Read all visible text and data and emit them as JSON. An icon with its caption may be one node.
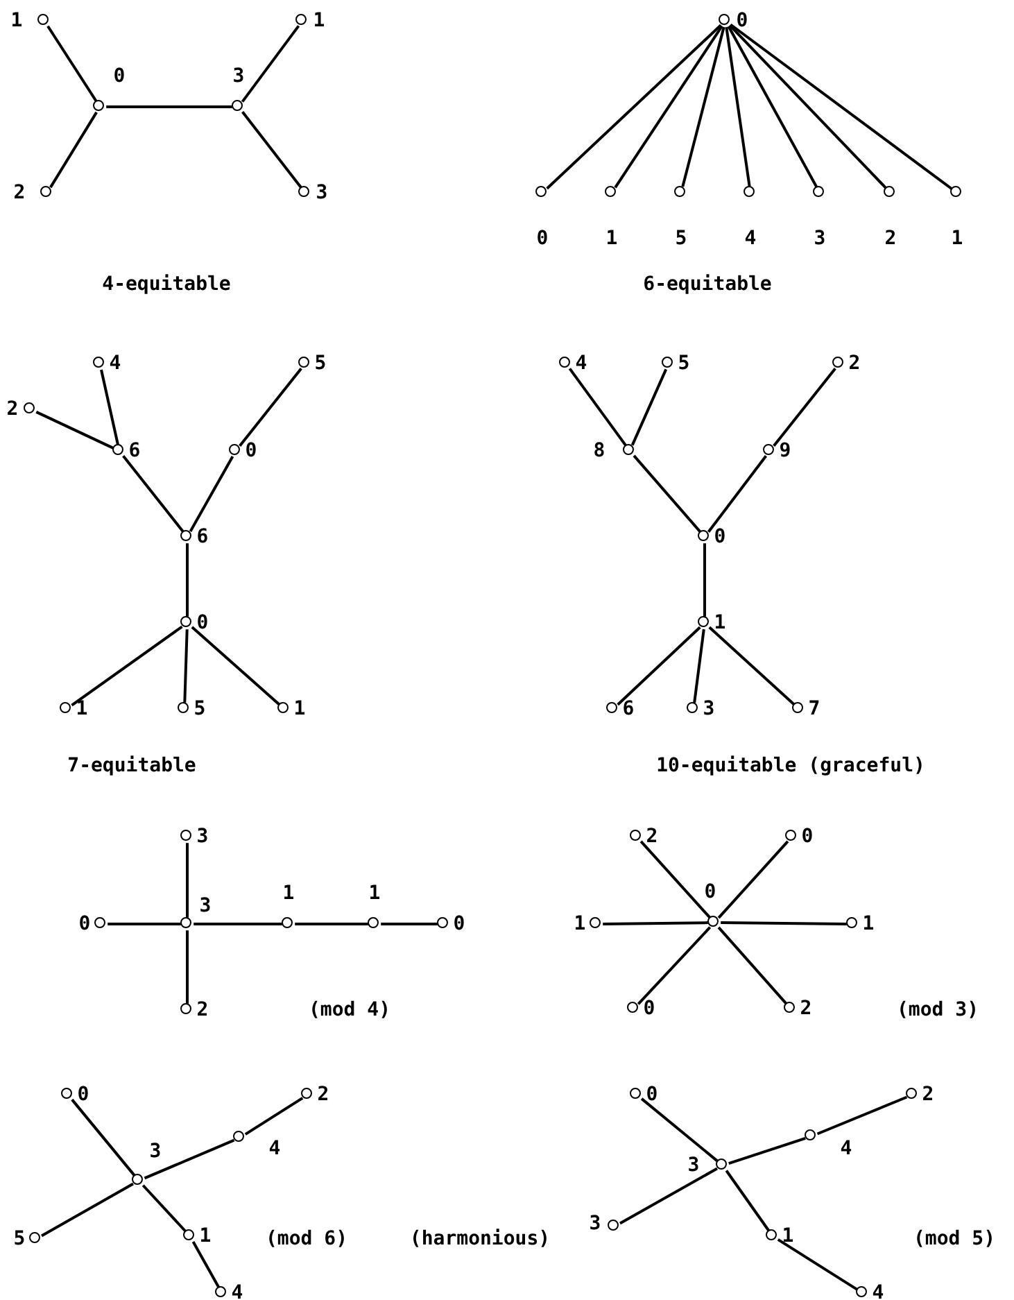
{
  "diagram": {
    "nodes": [
      {
        "text": [],
        "shape": "circle",
        "beside": [
          "1"
        ]
      },
      {
        "text": [],
        "shape": "circle",
        "beside": [
          "0"
        ]
      },
      {
        "text": [],
        "shape": "circle",
        "beside": [
          "2"
        ]
      },
      {
        "text": [],
        "shape": "circle",
        "beside": [
          "3"
        ]
      },
      {
        "text": [],
        "shape": "circle",
        "beside": [
          "1"
        ]
      },
      {
        "text": [],
        "shape": "circle",
        "beside": [
          "3"
        ]
      },
      {
        "text": [],
        "shape": "circle",
        "beside": [
          "0"
        ]
      },
      {
        "text": [],
        "shape": "circle",
        "beside": [
          "0"
        ]
      },
      {
        "text": [],
        "shape": "circle",
        "beside": [
          "1"
        ]
      },
      {
        "text": [],
        "shape": "circle",
        "beside": [
          "5"
        ]
      },
      {
        "text": [],
        "shape": "circle",
        "beside": [
          "4"
        ]
      },
      {
        "text": [],
        "shape": "circle",
        "beside": [
          "3"
        ]
      },
      {
        "text": [],
        "shape": "circle",
        "beside": [
          "2"
        ]
      },
      {
        "text": [],
        "shape": "circle",
        "beside": [
          "1"
        ]
      },
      {
        "text": [],
        "shape": "circle",
        "beside": [
          "4"
        ]
      },
      {
        "text": [],
        "shape": "circle",
        "beside": [
          "2"
        ]
      },
      {
        "text": [],
        "shape": "circle",
        "beside": [
          "6"
        ]
      },
      {
        "text": [],
        "shape": "circle",
        "beside": [
          "5"
        ]
      },
      {
        "text": [],
        "shape": "circle",
        "beside": [
          "0"
        ]
      },
      {
        "text": [],
        "shape": "circle",
        "beside": [
          "6"
        ]
      },
      {
        "text": [],
        "shape": "circle",
        "beside": [
          "0"
        ]
      },
      {
        "text": [],
        "shape": "circle",
        "beside": [
          "1"
        ]
      },
      {
        "text": [],
        "shape": "circle",
        "beside": [
          "5"
        ]
      },
      {
        "text": [],
        "shape": "circle",
        "beside": [
          "1"
        ]
      },
      {
        "text": [],
        "shape": "circle",
        "beside": [
          "4"
        ]
      },
      {
        "text": [],
        "shape": "circle",
        "beside": [
          "5"
        ]
      },
      {
        "text": [],
        "shape": "circle",
        "beside": [
          "2"
        ]
      },
      {
        "text": [],
        "shape": "circle",
        "beside": [
          "8"
        ]
      },
      {
        "text": [],
        "shape": "circle",
        "beside": [
          "9"
        ]
      },
      {
        "text": [],
        "shape": "circle",
        "beside": [
          "0"
        ]
      },
      {
        "text": [],
        "shape": "circle",
        "beside": [
          "1"
        ]
      },
      {
        "text": [],
        "shape": "circle",
        "beside": [
          "6"
        ]
      },
      {
        "text": [],
        "shape": "circle",
        "beside": [
          "3"
        ]
      },
      {
        "text": [],
        "shape": "circle",
        "beside": [
          "7"
        ]
      },
      {
        "text": [],
        "shape": "circle",
        "beside": [
          "3"
        ]
      },
      {
        "text": [],
        "shape": "circle",
        "beside": [
          "0"
        ]
      },
      {
        "text": [],
        "shape": "circle",
        "beside": [
          "3"
        ]
      },
      {
        "text": [],
        "shape": "circle",
        "beside": [
          "1"
        ]
      },
      {
        "text": [],
        "shape": "circle",
        "beside": [
          "1"
        ]
      },
      {
        "text": [],
        "shape": "circle",
        "beside": [
          "0"
        ]
      },
      {
        "text": [],
        "shape": "circle",
        "beside": [
          "2"
        ]
      },
      {
        "text": [],
        "shape": "circle",
        "beside": [
          "2"
        ]
      },
      {
        "text": [],
        "shape": "circle",
        "beside": [
          "0"
        ]
      },
      {
        "text": [],
        "shape": "circle",
        "beside": [
          "0"
        ]
      },
      {
        "text": [],
        "shape": "circle",
        "beside": [
          "1"
        ]
      },
      {
        "text": [],
        "shape": "circle",
        "beside": [
          "1"
        ]
      },
      {
        "text": [],
        "shape": "circle",
        "beside": [
          "0"
        ]
      },
      {
        "text": [],
        "shape": "circle",
        "beside": [
          "2"
        ]
      },
      {
        "text": [],
        "shape": "circle",
        "beside": [
          "0"
        ]
      },
      {
        "text": [],
        "shape": "circle",
        "beside": [
          "2"
        ]
      },
      {
        "text": [],
        "shape": "circle",
        "beside": [
          "4"
        ]
      },
      {
        "text": [],
        "shape": "circle",
        "beside": [
          "3"
        ]
      },
      {
        "text": [],
        "shape": "circle",
        "beside": [
          "5"
        ]
      },
      {
        "text": [],
        "shape": "circle",
        "beside": [
          "1"
        ]
      },
      {
        "text": [],
        "shape": "circle",
        "beside": [
          "4"
        ]
      },
      {
        "text": [],
        "shape": "circle",
        "beside": [
          "0"
        ]
      },
      {
        "text": [],
        "shape": "circle",
        "beside": [
          "2"
        ]
      },
      {
        "text": [],
        "shape": "circle",
        "beside": [
          "4"
        ]
      },
      {
        "text": [],
        "shape": "circle",
        "beside": [
          "3"
        ]
      },
      {
        "text": [],
        "shape": "circle",
        "beside": [
          "3"
        ]
      },
      {
        "text": [],
        "shape": "circle",
        "beside": [
          "1"
        ]
      },
      {
        "text": [],
        "shape": "circle",
        "beside": [
          "4"
        ]
      }
    ],
    "edges": [
      {
        "from": 0,
        "to": 1,
        "arrow": "none"
      },
      {
        "from": 2,
        "to": 1,
        "arrow": "none"
      },
      {
        "from": 1,
        "to": 3,
        "arrow": "none"
      },
      {
        "from": 3,
        "to": 4,
        "arrow": "none"
      },
      {
        "from": 3,
        "to": 5,
        "arrow": "none"
      },
      {
        "from": 6,
        "to": 7,
        "arrow": "none"
      },
      {
        "from": 6,
        "to": 8,
        "arrow": "none"
      },
      {
        "from": 6,
        "to": 9,
        "arrow": "none"
      },
      {
        "from": 6,
        "to": 10,
        "arrow": "none"
      },
      {
        "from": 6,
        "to": 11,
        "arrow": "none"
      },
      {
        "from": 6,
        "to": 12,
        "arrow": "none"
      },
      {
        "from": 6,
        "to": 13,
        "arrow": "none"
      },
      {
        "from": 14,
        "to": 16,
        "arrow": "none"
      },
      {
        "from": 15,
        "to": 16,
        "arrow": "none"
      },
      {
        "from": 16,
        "to": 19,
        "arrow": "none"
      },
      {
        "from": 17,
        "to": 18,
        "arrow": "none"
      },
      {
        "from": 18,
        "to": 19,
        "arrow": "none"
      },
      {
        "from": 19,
        "to": 20,
        "arrow": "none"
      },
      {
        "from": 20,
        "to": 21,
        "arrow": "none"
      },
      {
        "from": 20,
        "to": 22,
        "arrow": "none"
      },
      {
        "from": 20,
        "to": 23,
        "arrow": "none"
      },
      {
        "from": 24,
        "to": 27,
        "arrow": "none"
      },
      {
        "from": 25,
        "to": 27,
        "arrow": "none"
      },
      {
        "from": 27,
        "to": 29,
        "arrow": "none"
      },
      {
        "from": 26,
        "to": 28,
        "arrow": "none"
      },
      {
        "from": 28,
        "to": 29,
        "arrow": "none"
      },
      {
        "from": 29,
        "to": 30,
        "arrow": "none"
      },
      {
        "from": 30,
        "to": 31,
        "arrow": "none"
      },
      {
        "from": 30,
        "to": 32,
        "arrow": "none"
      },
      {
        "from": 30,
        "to": 33,
        "arrow": "none"
      },
      {
        "from": 34,
        "to": 36,
        "arrow": "none"
      },
      {
        "from": 35,
        "to": 36,
        "arrow": "none"
      },
      {
        "from": 36,
        "to": 37,
        "arrow": "none"
      },
      {
        "from": 37,
        "to": 38,
        "arrow": "none"
      },
      {
        "from": 38,
        "to": 39,
        "arrow": "none"
      },
      {
        "from": 36,
        "to": 40,
        "arrow": "none"
      },
      {
        "from": 43,
        "to": 41,
        "arrow": "none"
      },
      {
        "from": 43,
        "to": 42,
        "arrow": "none"
      },
      {
        "from": 44,
        "to": 43,
        "arrow": "none"
      },
      {
        "from": 43,
        "to": 45,
        "arrow": "none"
      },
      {
        "from": 43,
        "to": 46,
        "arrow": "none"
      },
      {
        "from": 43,
        "to": 47,
        "arrow": "none"
      },
      {
        "from": 48,
        "to": 51,
        "arrow": "none"
      },
      {
        "from": 49,
        "to": 50,
        "arrow": "none"
      },
      {
        "from": 50,
        "to": 51,
        "arrow": "none"
      },
      {
        "from": 52,
        "to": 51,
        "arrow": "none"
      },
      {
        "from": 51,
        "to": 53,
        "arrow": "none"
      },
      {
        "from": 53,
        "to": 54,
        "arrow": "none"
      },
      {
        "from": 55,
        "to": 58,
        "arrow": "none"
      },
      {
        "from": 56,
        "to": 57,
        "arrow": "none"
      },
      {
        "from": 57,
        "to": 58,
        "arrow": "none"
      },
      {
        "from": 59,
        "to": 58,
        "arrow": "none"
      },
      {
        "from": 58,
        "to": 60,
        "arrow": "none"
      },
      {
        "from": 60,
        "to": 61,
        "arrow": "none"
      }
    ],
    "labels": [
      "4-equitable",
      "6-equitable",
      "7-equitable",
      "10-equitable (graceful)",
      "(mod 4)",
      "(mod 3)",
      "(mod 6)",
      "(harmonious)",
      "(mod 5)"
    ]
  }
}
